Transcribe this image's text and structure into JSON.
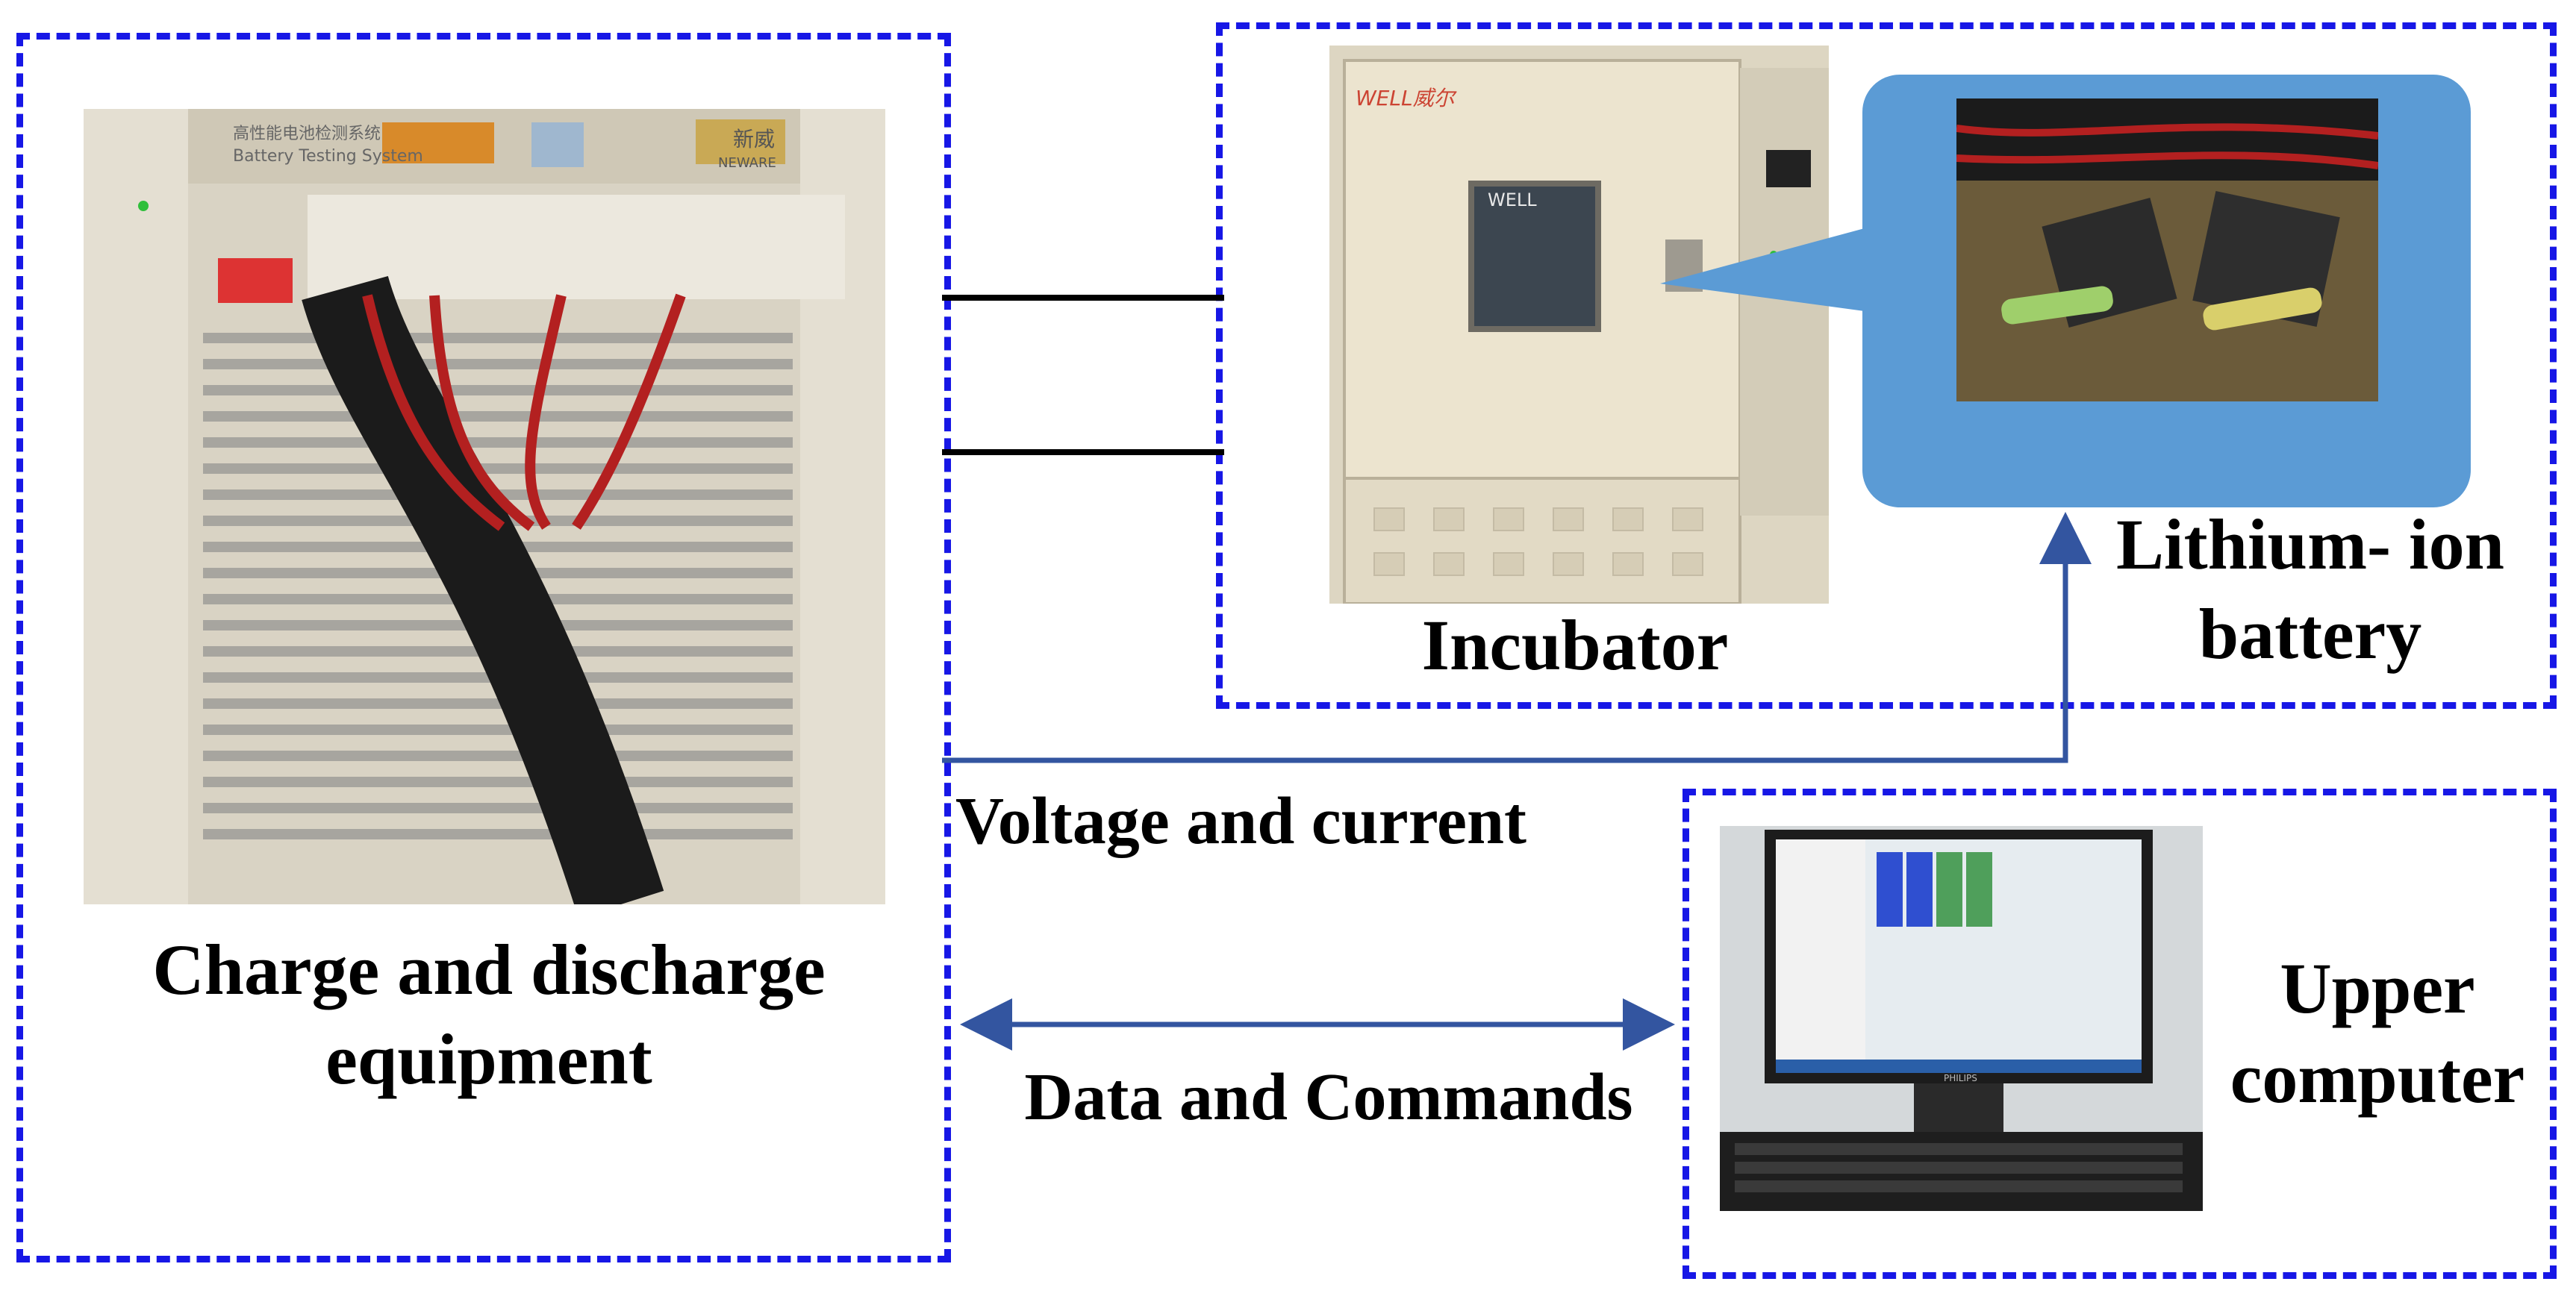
{
  "labels": {
    "charge_equipment": "Charge and discharge\nequipment",
    "incubator": "Incubator",
    "battery": "Lithium- ion\nbattery",
    "upper_computer": "Upper\ncomputer",
    "voltage_current": "Voltage and current",
    "data_commands": "Data and Commands"
  },
  "equipment_panel": {
    "title_cn": "高性能电池检测系统",
    "title_en": "Battery Testing System",
    "brand_cn": "新威",
    "brand_en": "NEWARE"
  },
  "incubator_panel": {
    "window_brand": "WELL",
    "logo": "WELL威尔"
  },
  "monitor": {
    "brand": "PHILIPS"
  },
  "colors": {
    "dash_border": "#1717e6",
    "arrow": "#3355a0",
    "callout": "#5b9bd5"
  }
}
